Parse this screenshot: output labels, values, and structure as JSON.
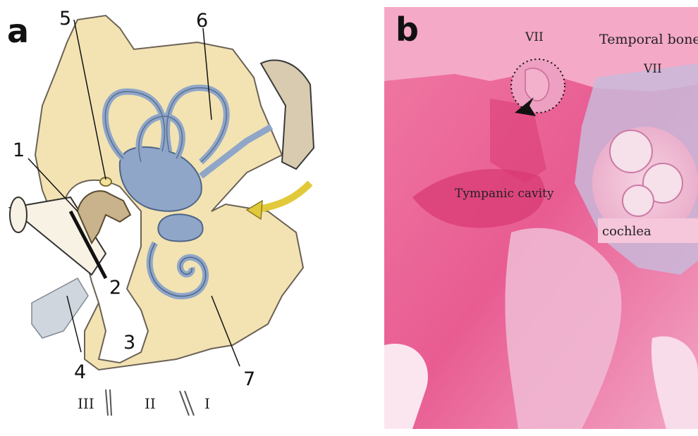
{
  "panel_a": {
    "letter": "a",
    "labels": [
      "1",
      "2",
      "3",
      "4",
      "5",
      "6",
      "7"
    ],
    "bottom_marks": [
      "III",
      "II",
      "I"
    ]
  },
  "panel_b": {
    "letter": "b",
    "labels": {
      "facial_nerve_top": "VII",
      "temporal_bone": "Temporal bone",
      "facial_nerve_right": "VII",
      "tympanic_cavity": "Tympanic cavity",
      "cochlea": "cochlea"
    }
  }
}
